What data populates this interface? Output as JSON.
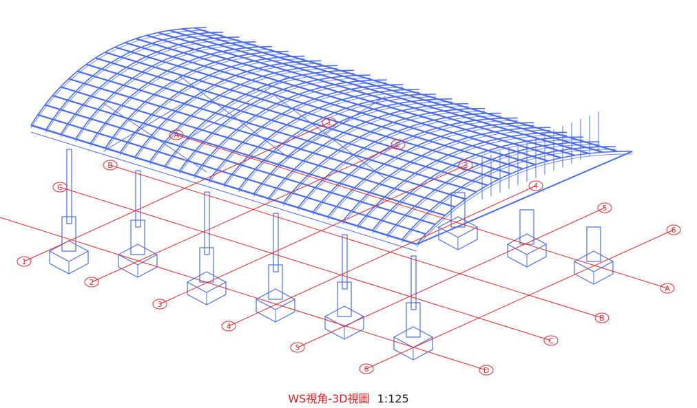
{
  "caption": {
    "title": "WS視角-3D視圖",
    "scale": "1:125"
  },
  "grid": {
    "numbers": [
      "1",
      "2",
      "3",
      "4",
      "5",
      "6"
    ],
    "letters": [
      "A",
      "B",
      "C",
      "D"
    ]
  },
  "colors": {
    "structure": "#4a6cf0",
    "grid": "#e8262a",
    "caption": "#e02020"
  }
}
